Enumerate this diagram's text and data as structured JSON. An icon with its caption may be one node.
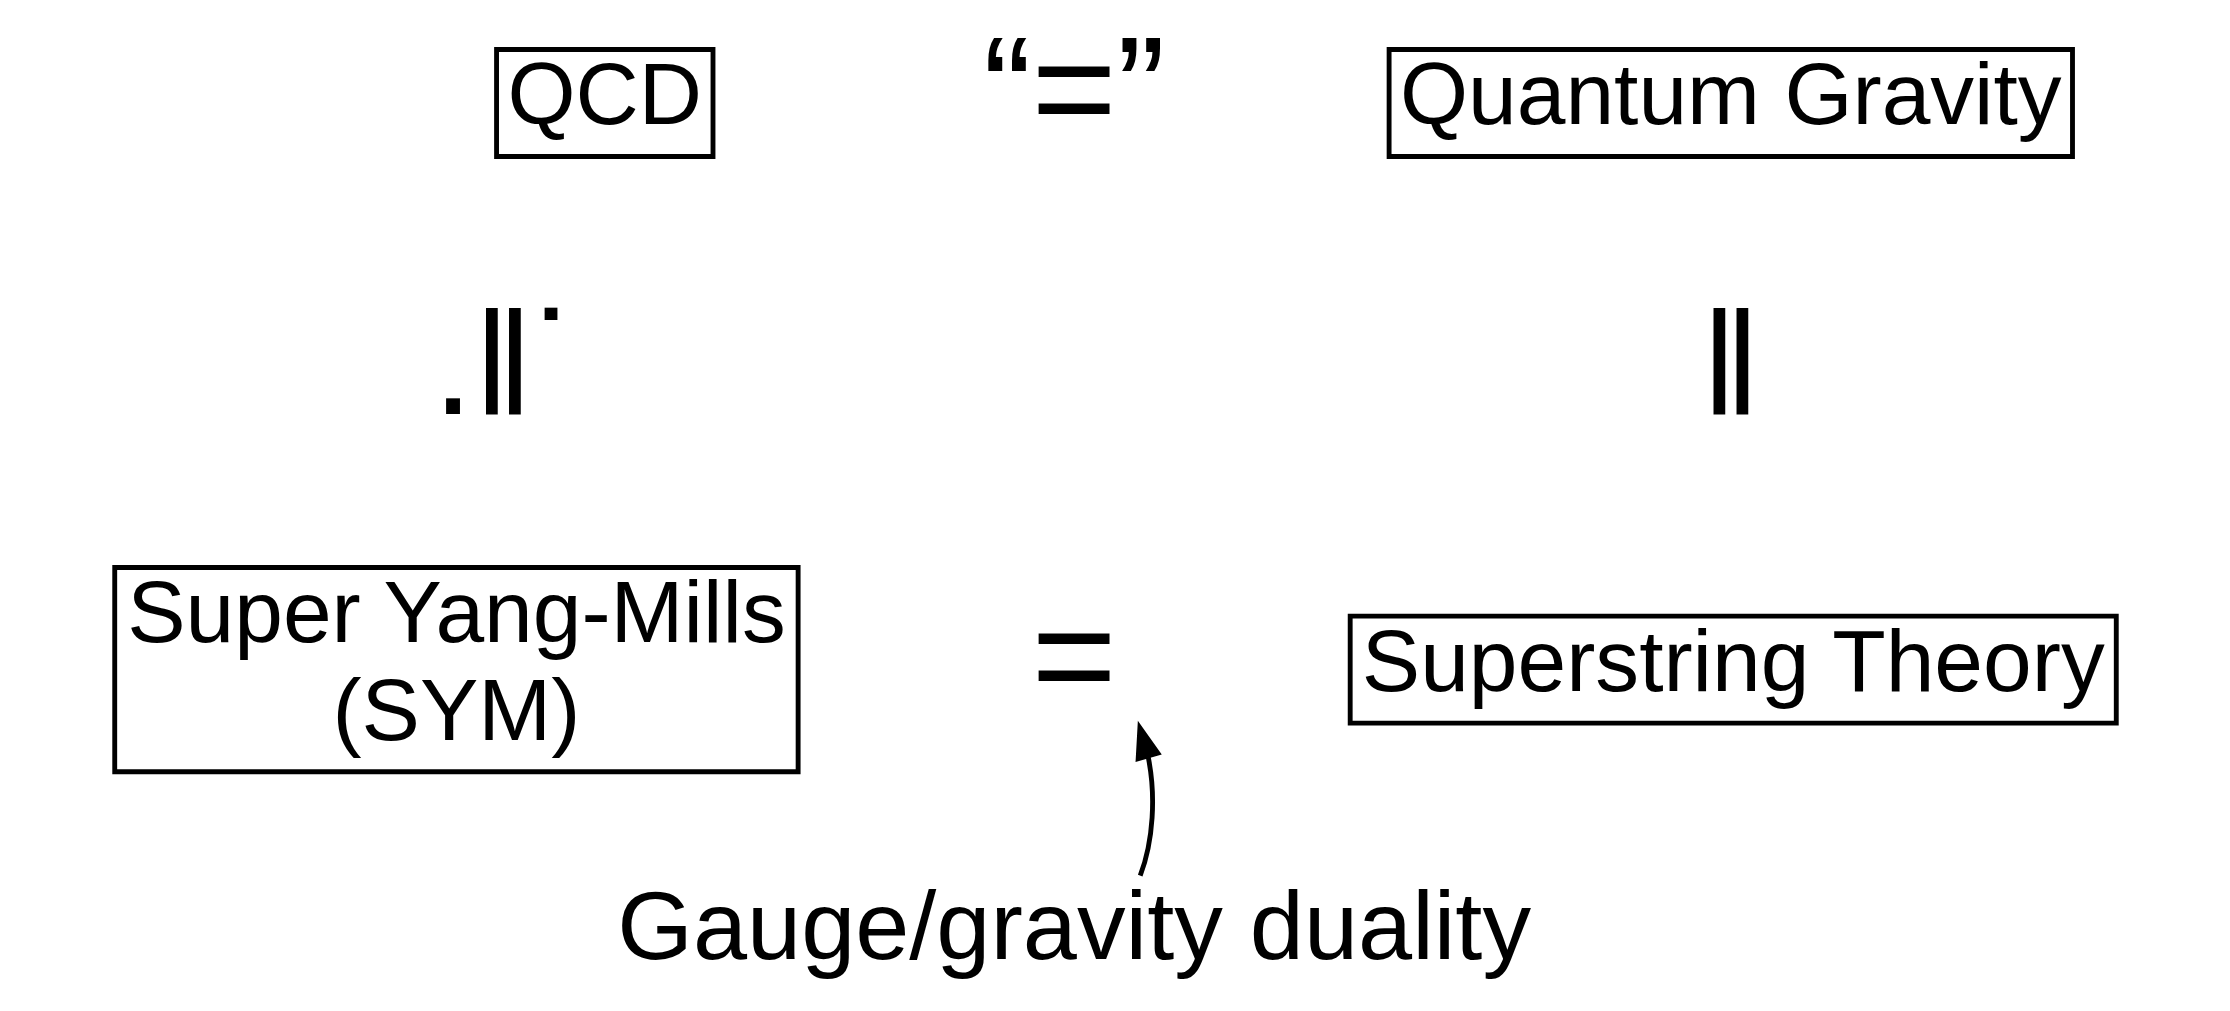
{
  "diagram": {
    "nodes": [
      {
        "text": [
          "QCD"
        ]
      },
      {
        "text": [
          "Quantum Gravity"
        ]
      },
      {
        "text": [
          "Super Yang-Mills (SYM)"
        ]
      },
      {
        "text": [
          "="
        ]
      },
      {
        "text": [
          "Superstring Theory"
        ]
      },
      {
        "text": [
          "Gauge/gravity duality"
        ]
      }
    ],
    "edges": [
      {
        "from": 5,
        "to": 3,
        "arrow": "to"
      }
    ],
    "labels": [
      "“=”",
      ".‖˙",
      "‖"
    ]
  }
}
